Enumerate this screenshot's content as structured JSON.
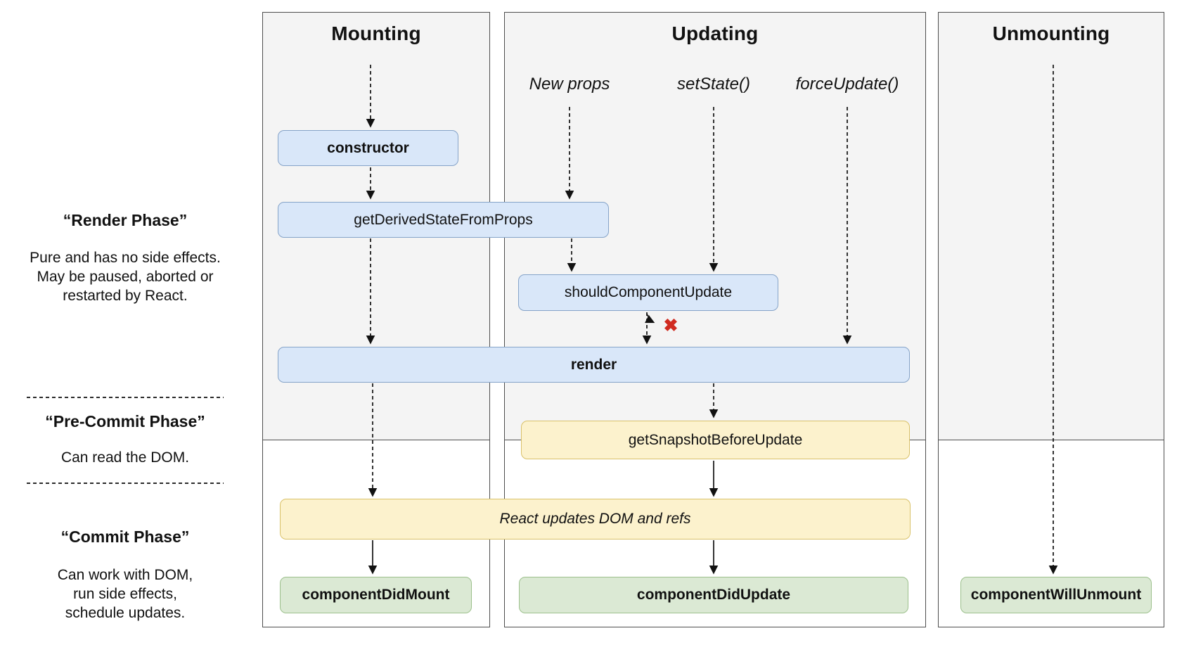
{
  "columns": [
    {
      "title": "Mounting"
    },
    {
      "title": "Updating"
    },
    {
      "title": "Unmounting"
    }
  ],
  "triggers": [
    {
      "label": "New props"
    },
    {
      "label": "setState()"
    },
    {
      "label": "forceUpdate()"
    }
  ],
  "phases": [
    {
      "heading": "“Render Phase”",
      "lines": [
        "Pure and has no side effects.",
        "May be paused, aborted or",
        "restarted by React."
      ]
    },
    {
      "heading": "“Pre-Commit Phase”",
      "lines": [
        "Can read the DOM."
      ]
    },
    {
      "heading": "“Commit Phase”",
      "lines": [
        "Can work with DOM,",
        "run side effects,",
        "schedule updates."
      ]
    }
  ],
  "boxes": {
    "constructor": {
      "label": "constructor"
    },
    "get_derived_state_from_props": {
      "label": "getDerivedStateFromProps"
    },
    "should_component_update": {
      "label": "shouldComponentUpdate"
    },
    "render": {
      "label": "render"
    },
    "get_snapshot_before_update": {
      "label": "getSnapshotBeforeUpdate"
    },
    "react_updates_dom": {
      "label": "React updates DOM and refs"
    },
    "component_did_mount": {
      "label": "componentDidMount"
    },
    "component_did_update": {
      "label": "componentDidUpdate"
    },
    "component_will_unmount": {
      "label": "componentWillUnmount"
    }
  },
  "icons": {
    "cancel_x": "✖"
  },
  "colors": {
    "box_blue_fill": "#d9e7f9",
    "box_blue_border": "#85a3c8",
    "box_yellow_fill": "#fcf2cd",
    "box_yellow_border": "#d9c169",
    "box_green_fill": "#dbe9d4",
    "box_green_border": "#9cc08c",
    "panel_fill": "#f4f4f4",
    "panel_border": "#4d4d4d",
    "cancel_x_red": "#d02b20"
  }
}
